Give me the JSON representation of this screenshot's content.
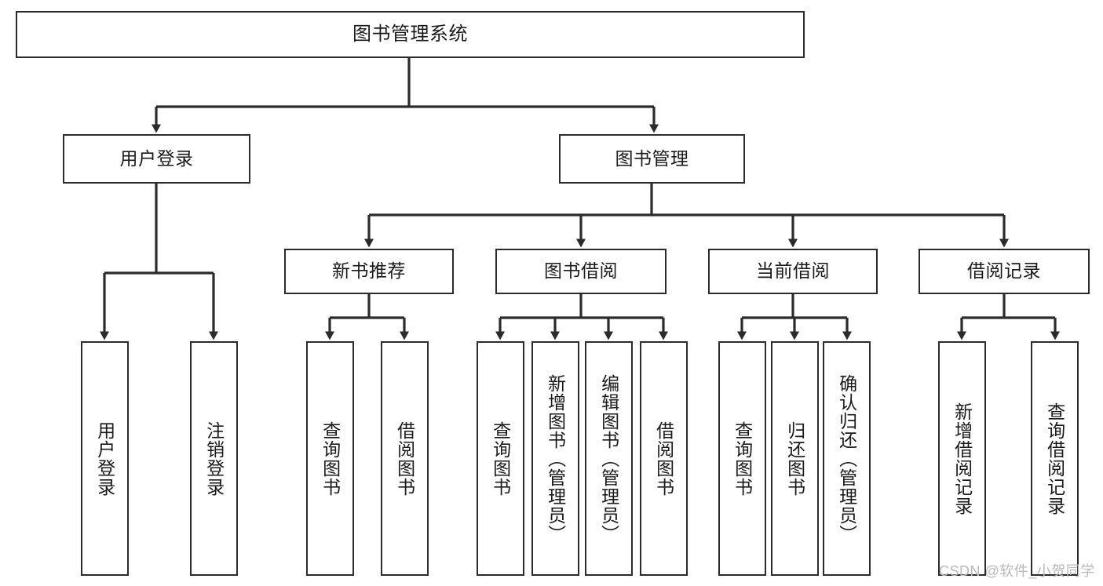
{
  "diagram": {
    "type": "tree-flowchart",
    "orientation": "top-down",
    "title": "图书管理系统",
    "stroke_color": "#2b2b2b",
    "fill_color": "#ffffff",
    "text_color": "#1a1a1a"
  },
  "nodes": {
    "root": {
      "label": "图书管理系统",
      "level": 1
    },
    "l2": [
      {
        "id": "user-login",
        "label": "用户登录",
        "level": 2
      },
      {
        "id": "book-manage",
        "label": "图书管理",
        "level": 2
      }
    ],
    "l3": [
      {
        "id": "new-book-recommend",
        "label": "新书推荐",
        "level": 3,
        "parent": "book-manage"
      },
      {
        "id": "book-borrow",
        "label": "图书借阅",
        "level": 3,
        "parent": "book-manage"
      },
      {
        "id": "current-borrow",
        "label": "当前借阅",
        "level": 3,
        "parent": "book-manage"
      },
      {
        "id": "borrow-record",
        "label": "借阅记录",
        "level": 3,
        "parent": "book-manage"
      }
    ],
    "leaves": [
      {
        "id": "leaf-user-login",
        "label": "用户登录",
        "parent": "user-login"
      },
      {
        "id": "leaf-logout-login",
        "label": "注销登录",
        "parent": "user-login"
      },
      {
        "id": "leaf-query-book-1",
        "label": "查询图书",
        "parent": "new-book-recommend"
      },
      {
        "id": "leaf-borrow-book-1",
        "label": "借阅图书",
        "parent": "new-book-recommend"
      },
      {
        "id": "leaf-query-book-2",
        "label": "查询图书",
        "parent": "book-borrow"
      },
      {
        "id": "leaf-add-book",
        "label": "新增图书（管理员）",
        "parent": "book-borrow"
      },
      {
        "id": "leaf-edit-book",
        "label": "编辑图书（管理员）",
        "parent": "book-borrow"
      },
      {
        "id": "leaf-borrow-book-2",
        "label": "借阅图书",
        "parent": "book-borrow"
      },
      {
        "id": "leaf-query-book-3",
        "label": "查询图书",
        "parent": "current-borrow"
      },
      {
        "id": "leaf-return-book",
        "label": "归还图书",
        "parent": "current-borrow"
      },
      {
        "id": "leaf-confirm-return",
        "label": "确认归还（管理员）",
        "parent": "current-borrow"
      },
      {
        "id": "leaf-add-record",
        "label": "新增借阅记录",
        "parent": "borrow-record"
      },
      {
        "id": "leaf-query-record",
        "label": "查询借阅记录",
        "parent": "borrow-record"
      }
    ]
  },
  "watermark": {
    "text": "CSDN @软件_小贺同学"
  }
}
